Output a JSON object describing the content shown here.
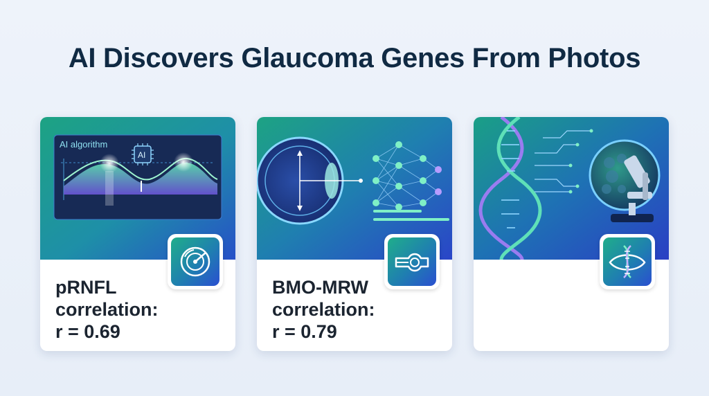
{
  "title": "AI Discovers Glaucoma Genes From Photos",
  "cards": [
    {
      "banner_label": "AI algorithm",
      "chip_label": "AI",
      "badge_icon": "optic-disc-scan-icon",
      "metric_line1": "pRNFL",
      "metric_line2": "correlation:",
      "metric_line3": "r = 0.69"
    },
    {
      "badge_icon": "eye-measurement-icon",
      "metric_line1": "BMO-MRW",
      "metric_line2": "correlation:",
      "metric_line3": "r = 0.79"
    },
    {
      "badge_icon": "dna-eye-icon"
    }
  ],
  "colors": {
    "title": "#102a43",
    "teal": "#1fae8a",
    "blue": "#2a4fd0",
    "navy": "#16305e"
  }
}
